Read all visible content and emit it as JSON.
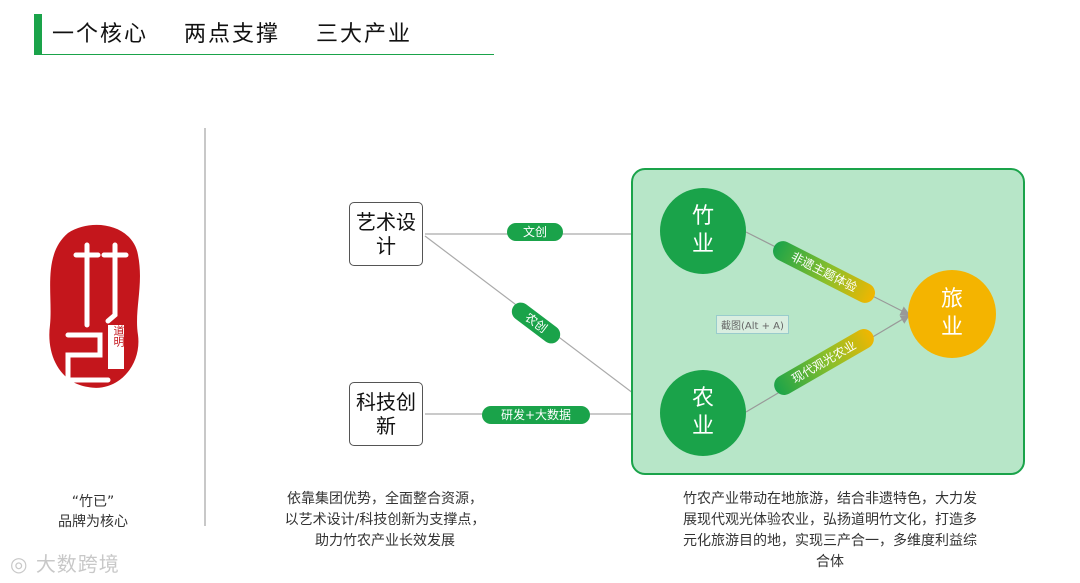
{
  "header": {
    "title": "一个核心    两点支撑    三大产业"
  },
  "logo": {
    "main_char": "竹巳",
    "seal_text": "道明",
    "caption_line1": "“竹已”",
    "caption_line2": "品牌为核心"
  },
  "boxes": {
    "art": "艺术设计",
    "tech": "科技创新"
  },
  "pills": {
    "wenchuang": "文创",
    "nongchuang": "农创",
    "research": "研发+大数据",
    "heritage": "非遗主题体验",
    "modern": "现代观光农业"
  },
  "circles": {
    "bamboo": "竹业",
    "agriculture": "农业",
    "tourism": "旅业"
  },
  "screenshot_tag": "截图(Alt + A)",
  "descriptions": {
    "middle": [
      "依靠集团优势，全面整合资源，",
      "以艺术设计/科技创新为支撑点，",
      "助力竹农产业长效发展"
    ],
    "right": [
      "竹农产业带动在地旅游，结合非遗特色，大力发",
      "展现代观光体验农业，弘扬道明竹文化，打造多",
      "元化旅游目的地，实现三产合一，多维度利益综",
      "合体"
    ]
  },
  "watermark": "大数跨境",
  "colors": {
    "green": "#1aa34a",
    "panel": "#b7e6c8",
    "yellow": "#f4b400",
    "logo_red": "#c4161c"
  }
}
